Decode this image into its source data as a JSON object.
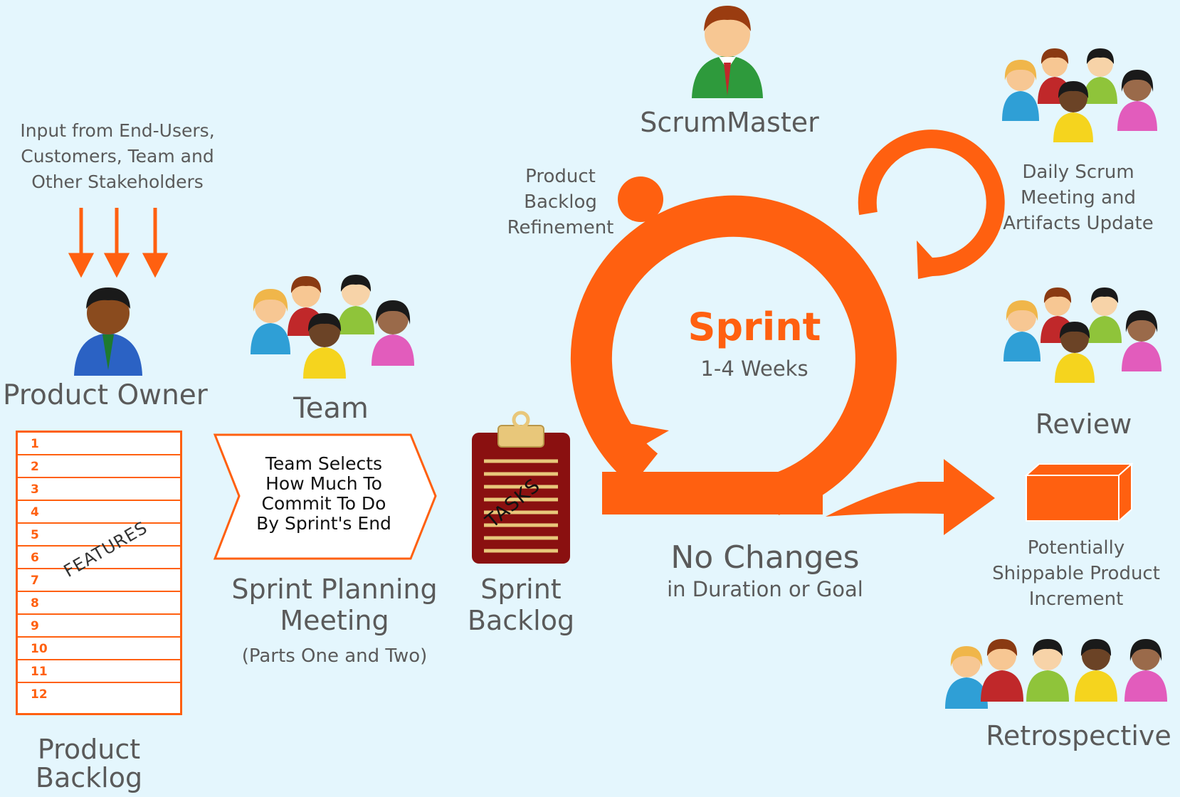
{
  "colors": {
    "background": "#e4f6fd",
    "accent_orange": "#ff6010",
    "text_gray": "#5a5a5a",
    "clipboard": "#8a1010"
  },
  "input_text": [
    "Input from End-Users,",
    "Customers, Team and",
    "Other Stakeholders"
  ],
  "roles": {
    "product_owner": "Product Owner",
    "team": "Team",
    "scrum_master": "ScrumMaster"
  },
  "product_backlog": {
    "items": [
      "1",
      "2",
      "3",
      "4",
      "5",
      "6",
      "7",
      "8",
      "9",
      "10",
      "11",
      "12"
    ],
    "stamp": "FEATURES",
    "label": [
      "Product",
      "Backlog"
    ]
  },
  "planning": {
    "chevron_text": [
      "Team Selects",
      "How Much To",
      "Commit To Do",
      "By Sprint's End"
    ],
    "title": [
      "Sprint Planning",
      "Meeting"
    ],
    "subtitle": "(Parts One and Two)"
  },
  "sprint_backlog": {
    "stamp": "TASKS",
    "label": [
      "Sprint",
      "Backlog"
    ]
  },
  "refinement": [
    "Product",
    "Backlog",
    "Refinement"
  ],
  "sprint": {
    "title": "Sprint",
    "duration": "1-4 Weeks"
  },
  "daily_scrum": [
    "Daily Scrum",
    "Meeting and",
    "Artifacts Update"
  ],
  "no_changes": {
    "title": "No Changes",
    "subtitle": "in Duration or Goal"
  },
  "review": "Review",
  "increment": [
    "Potentially",
    "Shippable Product",
    "Increment"
  ],
  "retrospective": "Retrospective"
}
